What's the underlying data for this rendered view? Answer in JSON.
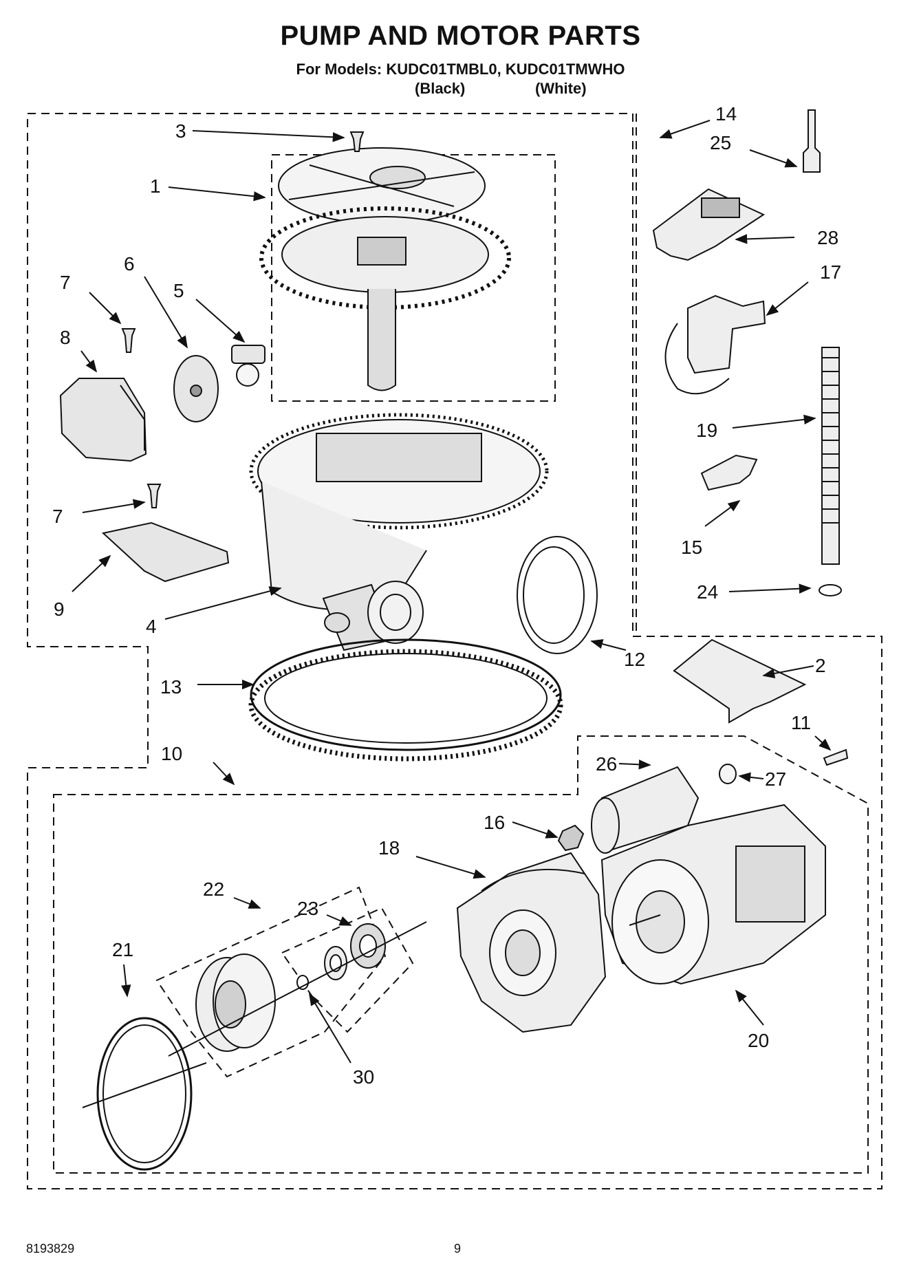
{
  "header": {
    "title": "PUMP AND MOTOR PARTS",
    "subtitle": "For Models: KUDC01TMBL0, KUDC01TMWHO",
    "color_black": "(Black)",
    "color_white": "(White)"
  },
  "callouts": {
    "c1": "1",
    "c2": "2",
    "c3": "3",
    "c4": "4",
    "c5": "5",
    "c6": "6",
    "c7a": "7",
    "c7b": "7",
    "c8": "8",
    "c9": "9",
    "c10": "10",
    "c11": "11",
    "c12": "12",
    "c13": "13",
    "c14": "14",
    "c15": "15",
    "c16": "16",
    "c17": "17",
    "c18": "18",
    "c19": "19",
    "c20": "20",
    "c21": "21",
    "c22": "22",
    "c23": "23",
    "c24": "24",
    "c25": "25",
    "c26": "26",
    "c27": "27",
    "c28": "28",
    "c30": "30"
  },
  "footer": {
    "doc_number": "8193829",
    "page_number": "9"
  }
}
